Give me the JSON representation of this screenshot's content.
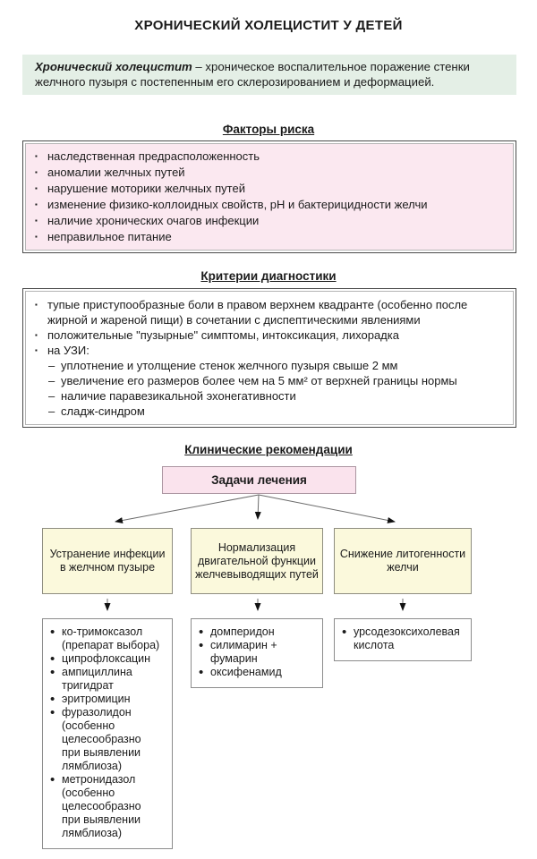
{
  "page_title": "ХРОНИЧЕСКИЙ ХОЛЕЦИСТИТ У ДЕТЕЙ",
  "bullets": {
    "square": "▪",
    "round": "•",
    "dash": "–"
  },
  "definition": {
    "term": "Хронический холецистит",
    "rest": " – хроническое воспалительное поражение стенки желчного пузыря с постепенным его склерозированием и деформацией."
  },
  "risk_factors": {
    "heading": "Факторы риска",
    "items": [
      "наследственная предрасположенность",
      "аномалии желчных путей",
      "нарушение моторики желчных путей",
      "изменение физико-коллоидных свойств, pH и бактерицидности желчи",
      "наличие хронических очагов инфекции",
      "неправильное питание"
    ]
  },
  "diagnostics": {
    "heading": "Критерии диагностики",
    "items": [
      "тупые приступообразные боли в правом верхнем квадранте (особенно после жирной и жареной пищи) в сочетании с диспептическими явлениями",
      "положительные \"пузырные\" симптомы, интоксикация, лихорадка",
      "на УЗИ:"
    ],
    "ultrasound_items": [
      "уплотнение и утолщение стенок желчного пузыря свыше 2 мм",
      "увеличение его размеров более чем на 5 мм² от верхней границы нормы",
      "наличие паравезикальной эхонегативности",
      "сладж-синдром"
    ]
  },
  "recommendations": {
    "heading": "Клинические рекомендации",
    "tasks_label": "Задачи лечения",
    "goals": [
      "Устранение инфекции в желчном пузыре",
      "Нормализация двигательной функции желчевыводящих путей",
      "Снижение литогенности желчи"
    ],
    "treatments": [
      [
        "ко-тримоксазол (препарат выбора)",
        "ципрофлоксацин",
        "ампициллина тригидрат",
        "эритромицин",
        "фуразолидон (особенно целесообразно при выявлении лямблиоза)",
        "метронидазол (особенно целесообразно при выявлении лямблиоза)"
      ],
      [
        "домперидон",
        "силимарин + фумарин",
        "оксифенамид"
      ],
      [
        "урсодезоксихолевая кислота"
      ]
    ]
  },
  "colors": {
    "definition-bg": "#e4efe6",
    "risk-bg": "#fbe8f0",
    "tasks-bg": "#fae3ed",
    "tasks-border": "#ab95a1",
    "goal-bg": "#fbf9dc",
    "goal-border": "#8e8d80",
    "outer-border": "#4a4a4a",
    "inner-border": "#b5b5b5",
    "box-border": "#8c8c8c",
    "arrow-line": "#6b6b6b",
    "arrow-head": "#111111"
  }
}
